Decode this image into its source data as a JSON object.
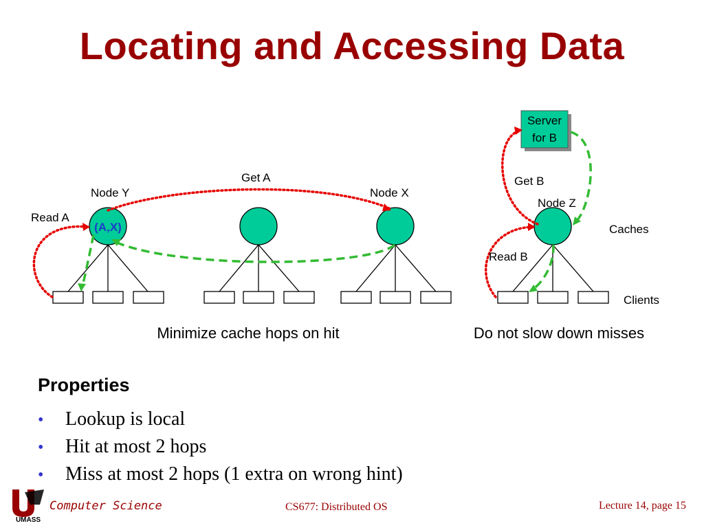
{
  "slide": {
    "title": "Locating and Accessing Data"
  },
  "diagram": {
    "labels": {
      "node_y": "Node Y",
      "node_x": "Node X",
      "node_z": "Node Z",
      "get_a": "Get A",
      "read_a": "Read A",
      "get_b": "Get B",
      "read_b": "Read B",
      "cache_entry": "(A,X)",
      "server_line1": "Server",
      "server_line2": "for B",
      "caches": "Caches",
      "clients": "Clients"
    },
    "captions": {
      "left": "Minimize cache hops on hit",
      "right": "Do not slow down misses"
    },
    "colors": {
      "node_fill": "#00cc99",
      "server_fill": "#00cc99",
      "red_path": "#e60000",
      "green_path": "#33bb33",
      "cache_entry_text": "#1a3fc8"
    }
  },
  "properties": {
    "heading": "Properties",
    "items": [
      "Lookup is local",
      "Hit at most 2 hops",
      "Miss at most 2 hops (1 extra on wrong hint)"
    ]
  },
  "footer": {
    "department": "Computer Science",
    "course": "CS677: Distributed OS",
    "page": "Lecture 14, page 15",
    "logo_icon": "umass-logo-icon",
    "logo_text": "UMASS"
  }
}
